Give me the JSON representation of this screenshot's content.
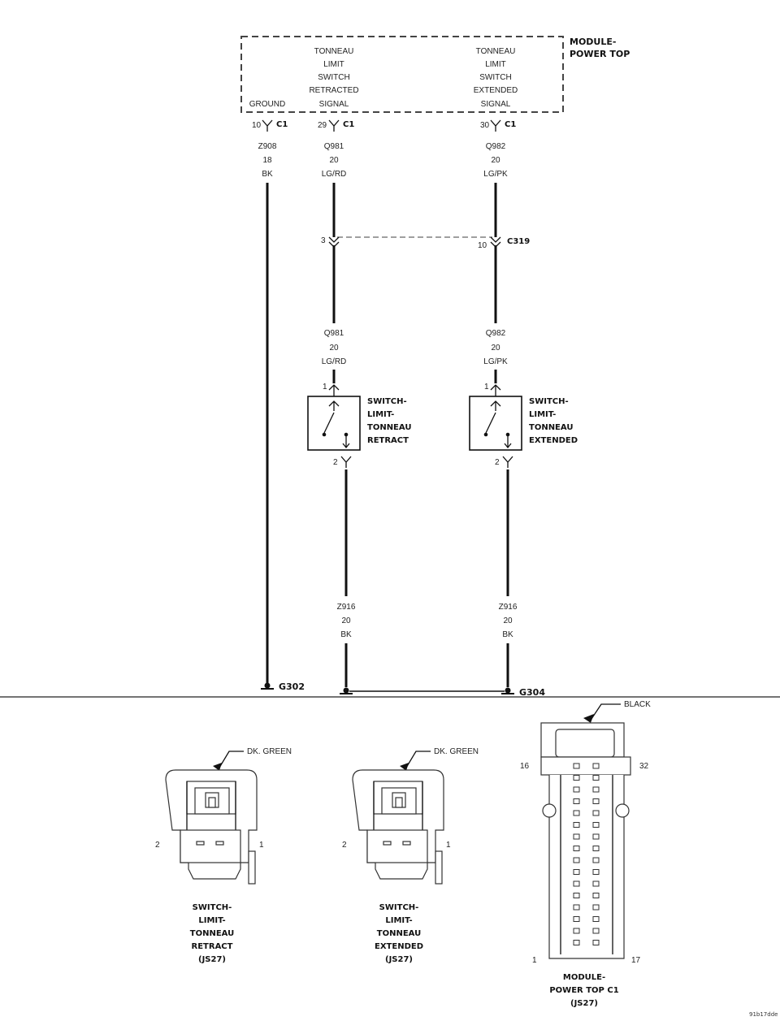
{
  "module": {
    "title_line1": "MODULE-",
    "title_line2": "POWER TOP",
    "ground_label": "GROUND",
    "retracted_signal": [
      "TONNEAU",
      "LIMIT",
      "SWITCH",
      "RETRACTED",
      "SIGNAL"
    ],
    "extended_signal": [
      "TONNEAU",
      "LIMIT",
      "SWITCH",
      "EXTENDED",
      "SIGNAL"
    ]
  },
  "pins": {
    "ground_pin": "10",
    "retract_pin": "29",
    "extend_pin": "30",
    "connector": "C1"
  },
  "wires": {
    "ground": [
      "Z908",
      "18",
      "BK"
    ],
    "retract_upper": [
      "Q981",
      "20",
      "LG/RD"
    ],
    "extend_upper": [
      "Q982",
      "20",
      "LG/PK"
    ],
    "retract_lower": [
      "Q981",
      "20",
      "LG/RD"
    ],
    "extend_lower": [
      "Q982",
      "20",
      "LG/PK"
    ],
    "retract_ground": [
      "Z916",
      "20",
      "BK"
    ],
    "extend_ground": [
      "Z916",
      "20",
      "BK"
    ]
  },
  "inline_connector": {
    "name": "C319",
    "retract_pin": "3",
    "extend_pin": "10"
  },
  "switches": {
    "retract": [
      "SWITCH-",
      "LIMIT-",
      "TONNEAU",
      "RETRACT"
    ],
    "extended": [
      "SWITCH-",
      "LIMIT-",
      "TONNEAU",
      "EXTENDED"
    ],
    "pin_top": "1",
    "pin_bottom": "2"
  },
  "grounds": {
    "left": "G302",
    "right": "G304"
  },
  "connector_views": {
    "retract": {
      "color": "DK. GREEN",
      "pin_left": "2",
      "pin_right": "1",
      "caption": [
        "SWITCH-",
        "LIMIT-",
        "TONNEAU",
        "RETRACT",
        "(JS27)"
      ]
    },
    "extended": {
      "color": "DK. GREEN",
      "pin_left": "2",
      "pin_right": "1",
      "caption": [
        "SWITCH-",
        "LIMIT-",
        "TONNEAU",
        "EXTENDED",
        "(JS27)"
      ]
    },
    "module": {
      "color": "BLACK",
      "pin_tl": "16",
      "pin_tr": "32",
      "pin_bl": "1",
      "pin_br": "17",
      "caption": [
        "MODULE-",
        "POWER TOP C1",
        "(JS27)"
      ]
    }
  },
  "figure_id": "91b17dde"
}
